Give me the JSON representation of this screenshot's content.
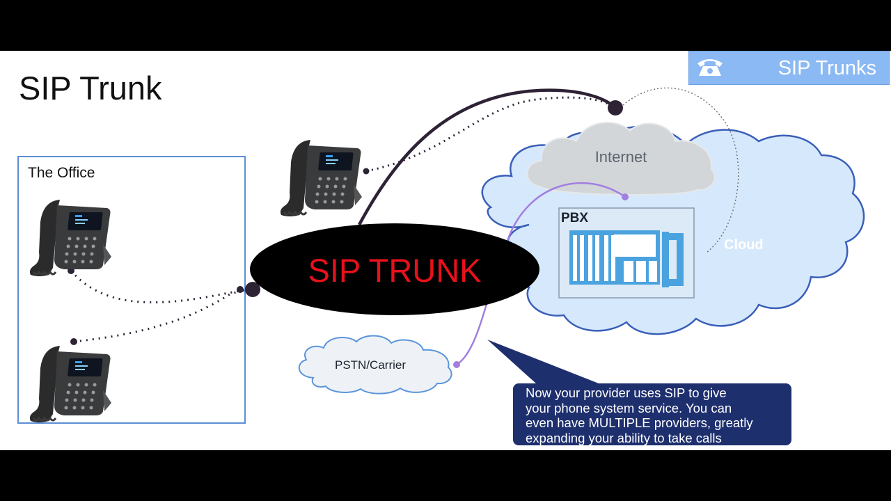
{
  "slide": {
    "title": "SIP Trunk",
    "badge": {
      "label": "SIP Trunks",
      "icon": "telephone-icon"
    }
  },
  "diagram": {
    "office_label": "The Office",
    "trunk_label": "SIP TRUNK",
    "internet_label": "Internet",
    "cloud_label": "Cloud",
    "pbx_label": "PBX",
    "pstn_label": "PSTN/Carrier",
    "callout_lines": [
      "Now your provider uses SIP to give",
      "your phone system service.  You can",
      "even have MULTIPLE providers, greatly",
      "expanding your ability to take calls"
    ]
  },
  "colors": {
    "background": "#000000",
    "slide": "#ffffff",
    "badge": "#8ab9f3",
    "trunk_fill": "#000000",
    "trunk_text": "#e8111b",
    "cloud_fill": "#d6e8fb",
    "cloud_stroke": "#3a5fb8",
    "internet_fill": "#d3d6d9",
    "pbx_blue": "#4aa3df",
    "callout": "#1e2f6e",
    "link_dark": "#2e2235",
    "link_purple": "#a27ee0"
  },
  "icons": [
    "telephone-icon",
    "desk-phone-icon",
    "pbx-icon"
  ]
}
